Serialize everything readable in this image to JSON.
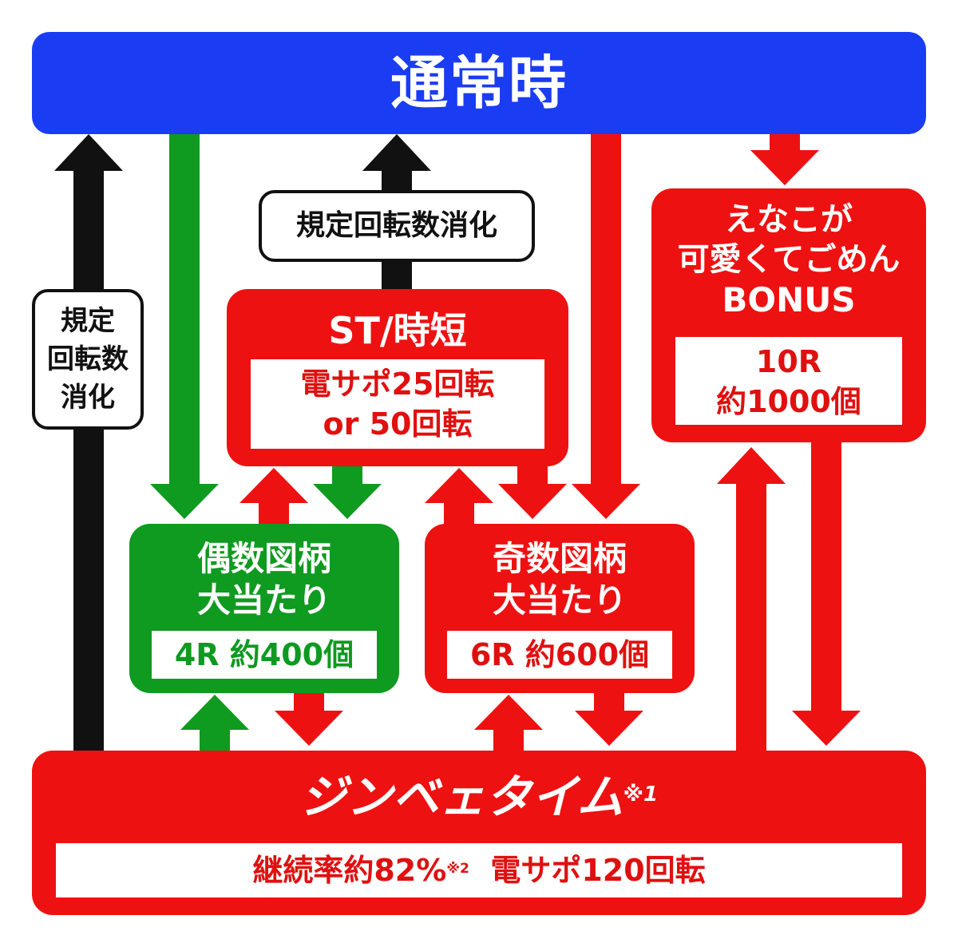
{
  "colors": {
    "blue": "#1a3cf2",
    "red": "#ee1111",
    "green": "#0f9a20",
    "black": "#111111",
    "white": "#ffffff"
  },
  "normal": {
    "title": "通常時"
  },
  "label_left": {
    "lines": [
      "規定",
      "回転数",
      "消化"
    ]
  },
  "label_mid": {
    "text": "規定回転数消化"
  },
  "st": {
    "title": "ST/時短",
    "lines": [
      "電サポ25回転",
      "or 50回転"
    ]
  },
  "bonus": {
    "title_lines": [
      "えなこが",
      "可愛くてごめん",
      "BONUS"
    ],
    "detail_lines": [
      "10R",
      "約1000個"
    ]
  },
  "even": {
    "title_lines": [
      "偶数図柄",
      "大当たり"
    ],
    "detail": "4R 約400個"
  },
  "odd": {
    "title_lines": [
      "奇数図柄",
      "大当たり"
    ],
    "detail": "6R 約600個"
  },
  "jinbe": {
    "title": "ジンベェタイム",
    "title_note": "※1",
    "detail_a": "継続率約82%",
    "detail_note": "※2",
    "detail_b": "電サポ120回転"
  }
}
